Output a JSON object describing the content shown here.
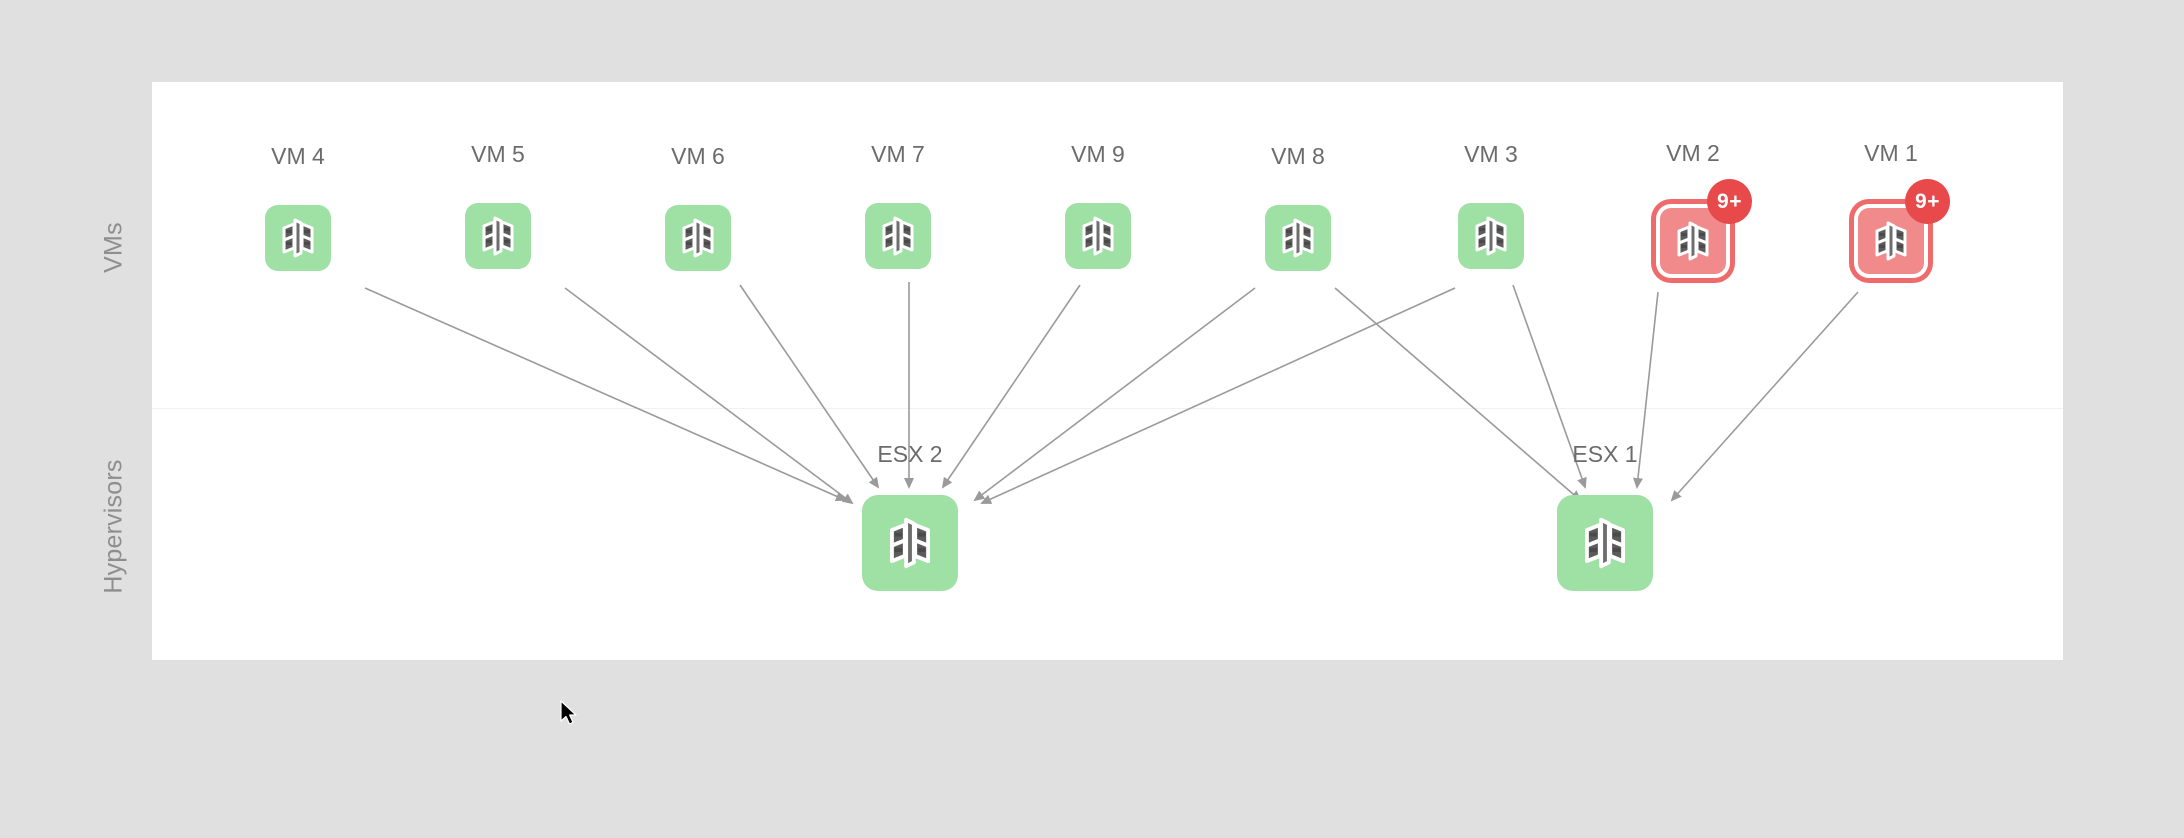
{
  "canvas": {
    "background_color": "#e0e0e0",
    "panel_color": "#ffffff",
    "divider_color": "#f1f1f1"
  },
  "lanes": [
    {
      "id": "vms",
      "label": "VMs"
    },
    {
      "id": "hypervisors",
      "label": "Hypervisors"
    }
  ],
  "colors": {
    "node_healthy": "#9fe0a4",
    "node_alert_fill": "#f18a8a",
    "node_alert_ring": "#ef6a6a",
    "badge": "#e84a4c",
    "badge_text": "#ffffff",
    "edge": "#9a9a9a",
    "caption_text": "#6b6b6b",
    "lane_text": "#8e8e8e"
  },
  "vms": [
    {
      "id": "vm4",
      "label": "VM 4",
      "status": "healthy",
      "icon": "server-icon",
      "badge": null
    },
    {
      "id": "vm5",
      "label": "VM 5",
      "status": "healthy",
      "icon": "server-icon",
      "badge": null
    },
    {
      "id": "vm6",
      "label": "VM 6",
      "status": "healthy",
      "icon": "server-icon",
      "badge": null
    },
    {
      "id": "vm7",
      "label": "VM 7",
      "status": "healthy",
      "icon": "server-icon",
      "badge": null
    },
    {
      "id": "vm9",
      "label": "VM 9",
      "status": "healthy",
      "icon": "server-icon",
      "badge": null
    },
    {
      "id": "vm8",
      "label": "VM 8",
      "status": "healthy",
      "icon": "server-icon",
      "badge": null
    },
    {
      "id": "vm3",
      "label": "VM 3",
      "status": "healthy",
      "icon": "server-icon",
      "badge": null
    },
    {
      "id": "vm2",
      "label": "VM 2",
      "status": "alert",
      "icon": "server-icon",
      "badge": "9+"
    },
    {
      "id": "vm1",
      "label": "VM 1",
      "status": "alert",
      "icon": "server-icon",
      "badge": "9+"
    }
  ],
  "hypervisors": [
    {
      "id": "esx2",
      "label": "ESX 2",
      "status": "healthy",
      "icon": "server-icon"
    },
    {
      "id": "esx1",
      "label": "ESX 1",
      "status": "healthy",
      "icon": "server-icon"
    }
  ],
  "edges": [
    {
      "from": "vm4",
      "to": "esx2"
    },
    {
      "from": "vm5",
      "to": "esx2"
    },
    {
      "from": "vm6",
      "to": "esx2"
    },
    {
      "from": "vm7",
      "to": "esx2"
    },
    {
      "from": "vm9",
      "to": "esx2"
    },
    {
      "from": "vm8",
      "to": "esx2"
    },
    {
      "from": "vm3",
      "to": "esx2"
    },
    {
      "from": "vm8",
      "to": "esx1"
    },
    {
      "from": "vm2",
      "to": "esx1"
    },
    {
      "from": "vm1",
      "to": "esx1"
    }
  ],
  "cursor": {
    "type": "arrow-pointer"
  }
}
